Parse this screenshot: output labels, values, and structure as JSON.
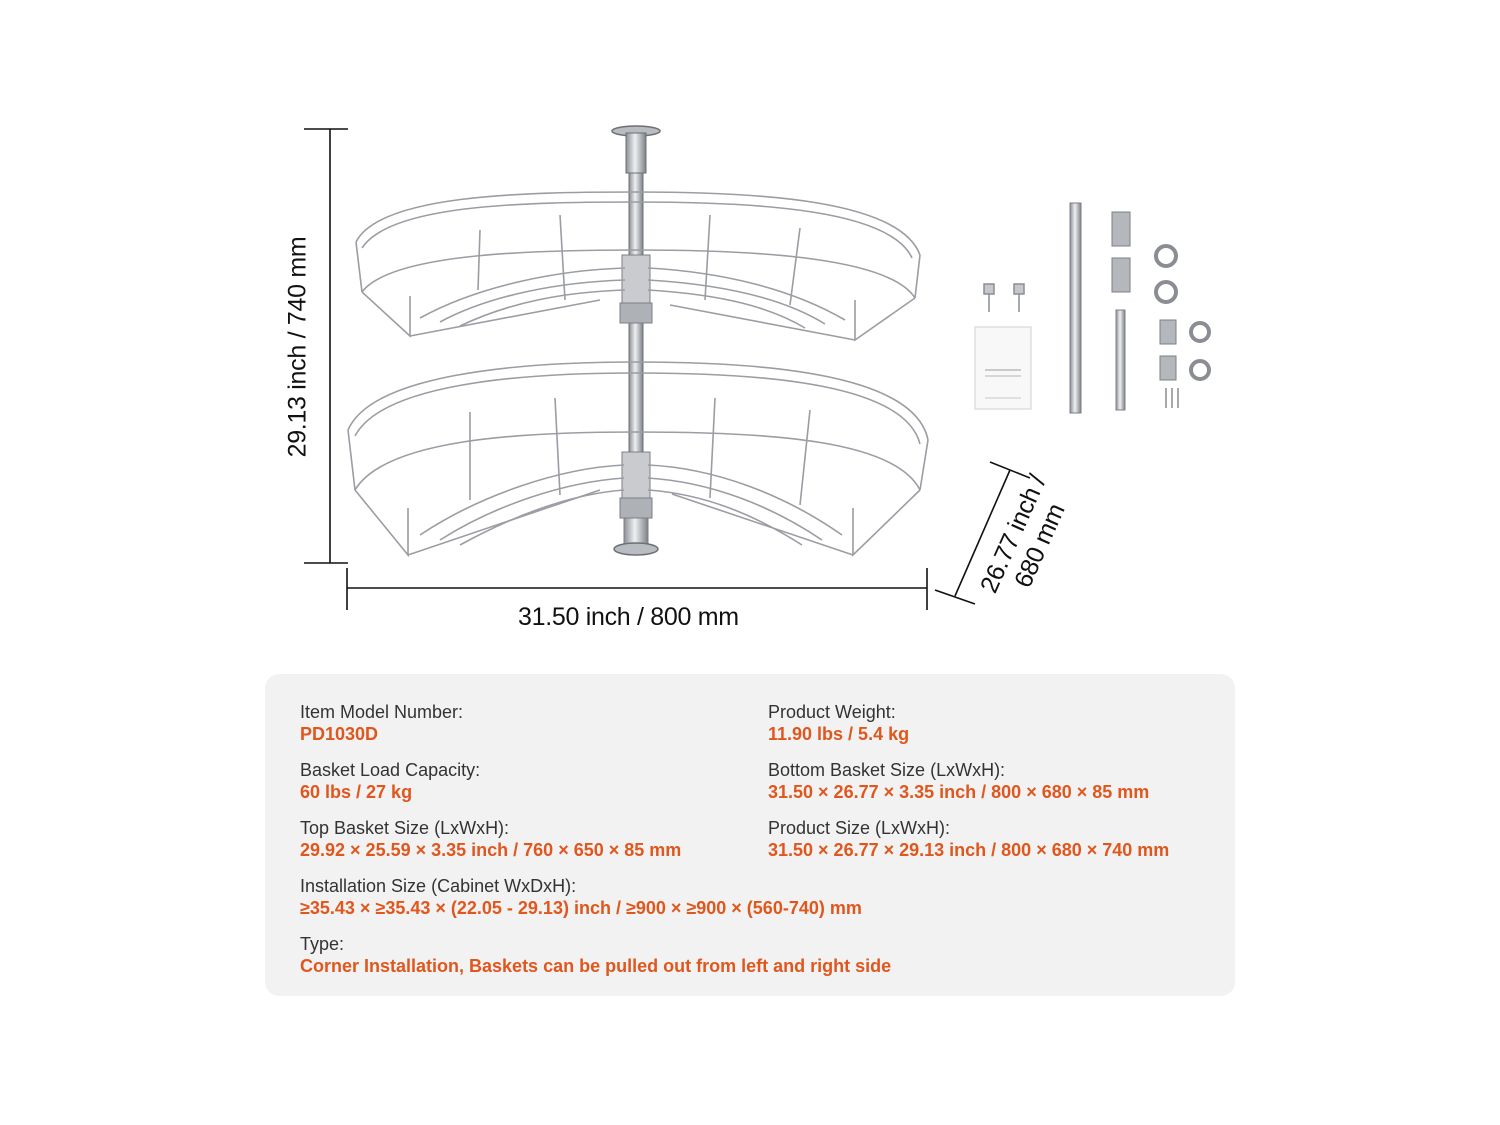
{
  "colors": {
    "accent": "#e0571d",
    "panel_bg": "#f2f2f2",
    "label": "#333333",
    "dimension_line": "#111111",
    "chrome": "#9a9da3"
  },
  "dimensions": {
    "width": "31.50 inch / 800 mm",
    "height": "29.13 inch / 740 mm",
    "depth": "26.77 inch / 680 mm"
  },
  "specs": [
    {
      "label": "Item Model Number:",
      "value": "PD1030D"
    },
    {
      "label": "Product Weight:",
      "value": "11.90 lbs / 5.4 kg"
    },
    {
      "label": "Basket Load Capacity:",
      "value": "60 lbs / 27 kg"
    },
    {
      "label": "Bottom Basket Size (LxWxH):",
      "value": "31.50 × 26.77 × 3.35 inch / 800 × 680 × 85 mm"
    },
    {
      "label": "Top Basket Size (LxWxH):",
      "value": "29.92 × 25.59 × 3.35 inch / 760 × 650 × 85 mm"
    },
    {
      "label": "Product Size (LxWxH):",
      "value": "31.50 × 26.77 × 29.13 inch / 800 × 680 × 740 mm"
    },
    {
      "label": "Installation Size (Cabinet WxDxH):",
      "value": "≥35.43 × ≥35.43 × (22.05 - 29.13) inch / ≥900 × ≥900 × (560-740) mm"
    },
    {
      "label": "Type:",
      "value": "Corner Installation, Baskets can be pulled out from left and right side"
    }
  ]
}
